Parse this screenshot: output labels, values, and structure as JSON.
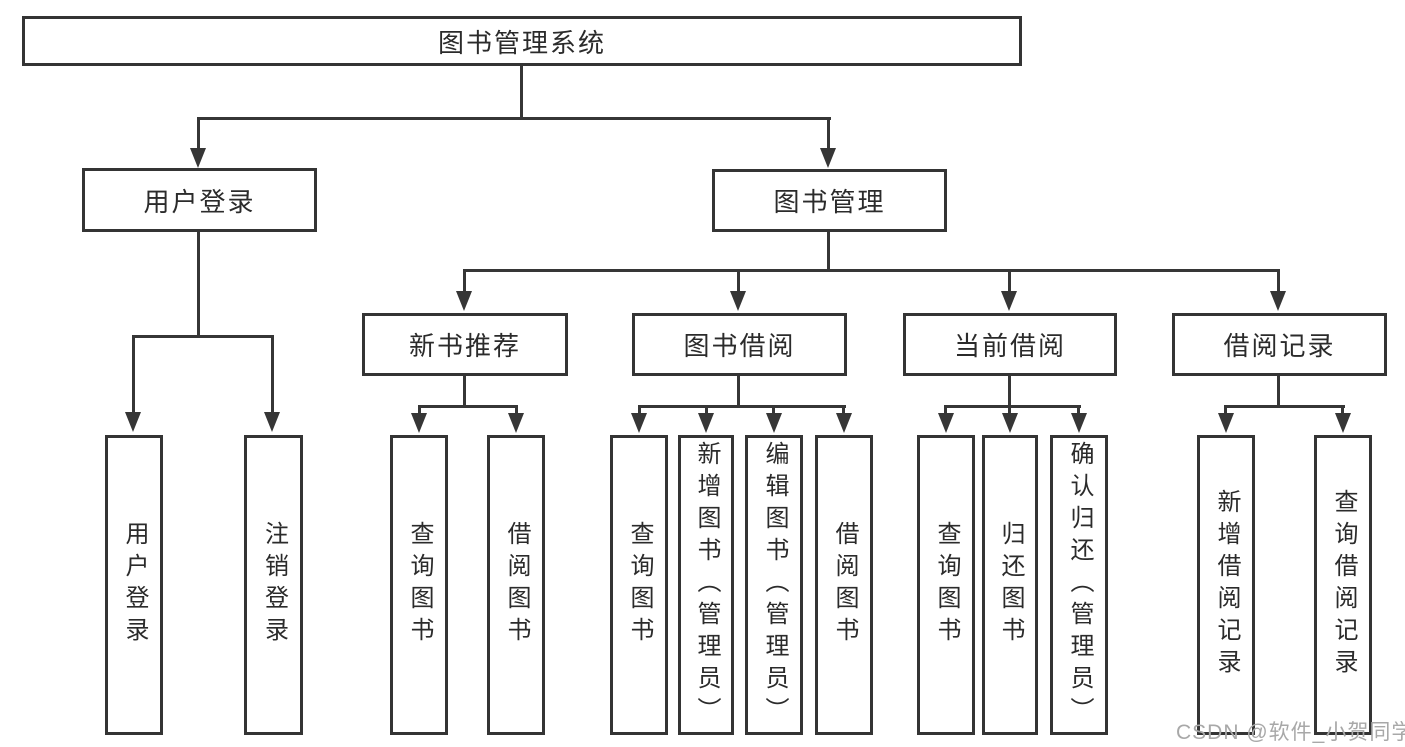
{
  "tree": {
    "root": {
      "label": "图书管理系统"
    },
    "children": [
      {
        "label": "用户登录",
        "children": [
          {
            "label": "用户登录"
          },
          {
            "label": "注销登录"
          }
        ]
      },
      {
        "label": "图书管理",
        "children": [
          {
            "label": "新书推荐",
            "children": [
              {
                "label": "查询图书"
              },
              {
                "label": "借阅图书"
              }
            ]
          },
          {
            "label": "图书借阅",
            "children": [
              {
                "label": "查询图书"
              },
              {
                "label": "新增图书（管理员）"
              },
              {
                "label": "编辑图书（管理员）"
              },
              {
                "label": "借阅图书"
              }
            ]
          },
          {
            "label": "当前借阅",
            "children": [
              {
                "label": "查询图书"
              },
              {
                "label": "归还图书"
              },
              {
                "label": "确认归还（管理员）"
              }
            ]
          },
          {
            "label": "借阅记录",
            "children": [
              {
                "label": "新增借阅记录"
              },
              {
                "label": "查询借阅记录"
              }
            ]
          }
        ]
      }
    ]
  },
  "watermark": "CSDN @软件_小贺同学",
  "colors": {
    "line": "#363636",
    "border": "#343434",
    "text": "#2b2b2b",
    "watermark": "#a8a8a8",
    "background": "#ffffff"
  }
}
